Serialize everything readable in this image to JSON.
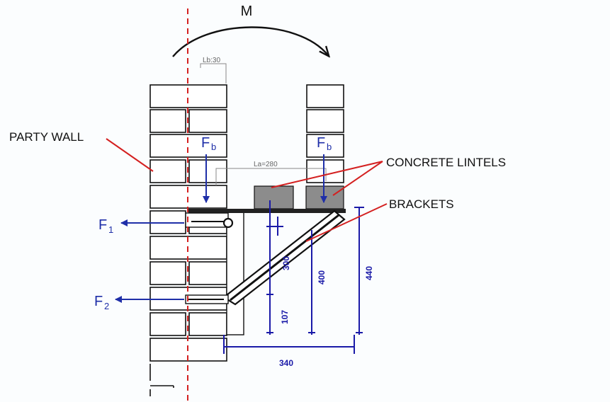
{
  "moment_label": "M",
  "lb_label": "Lb:30",
  "la_label": "La=280",
  "forces": {
    "fb_left": {
      "main": "F",
      "sub": "b"
    },
    "fb_right": {
      "main": "F",
      "sub": "b"
    },
    "f1": {
      "main": "F",
      "sub": "1"
    },
    "f2": {
      "main": "F",
      "sub": "2"
    }
  },
  "labels": {
    "party_wall": "PARTY WALL",
    "concrete_lintels": "CONCRETE LINTELS",
    "brackets": "BRACKETS"
  },
  "dimensions": {
    "d300": "300",
    "d400": "400",
    "d440": "440",
    "d107": "107",
    "d340": "340"
  },
  "colors": {
    "dimension_blue": "#1a1aa8",
    "leader_red": "#d42020",
    "centerline_red": "#d42020",
    "lintel_gray": "#8c8c8c"
  }
}
